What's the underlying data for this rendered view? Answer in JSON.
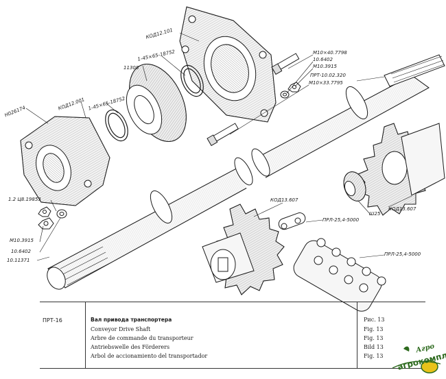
{
  "labels": {
    "kod12101": "КОД12.101",
    "m10_407798": "М10×40.7798",
    "b6402_top": "10.6402",
    "m10_3915_top": "М10.3915",
    "prt_10_02_320": "ПРТ-10.02.320",
    "m10_337795": "М10×33.7795",
    "b1_45_top": "1-45×65-18752",
    "b11308": "11308",
    "kod12001": "КОД12.001",
    "b1_45_mid": "1-45×65-18752",
    "n026174": "Н026174",
    "washer_12": "1.2 Ц8.19853",
    "m10_3915_bot": "М10.3915",
    "b6402_bot": "10.6402",
    "pin_11371": "10.11371",
    "kod13607_mid": "КОД13.607",
    "kod13607_right": "КОД13.607",
    "w25": "Ш25",
    "chain_link": "ПРЛ-25,4-5000",
    "chain_long": "ПРЛ-25,4-5000"
  },
  "caption": {
    "code": "ПРТ-16",
    "lines": [
      "Вал привода транспортера",
      "Conveyor Drive Shaft",
      "Arbre de commande du transporteur",
      "Antriebswelle des Förderers",
      "Arbol de accionamiento del transportador"
    ],
    "figs": [
      "Рис. 13",
      "Fig. 13",
      "Fig. 13",
      "Bild 13",
      "Fig. 13"
    ]
  },
  "logo": {
    "word": "агрокомплекс",
    "mark": "Агро"
  },
  "colors": {
    "ink": "#1a1a1a",
    "logo_green": "#2d6a1e",
    "logo_yellow": "#e8c21a"
  }
}
